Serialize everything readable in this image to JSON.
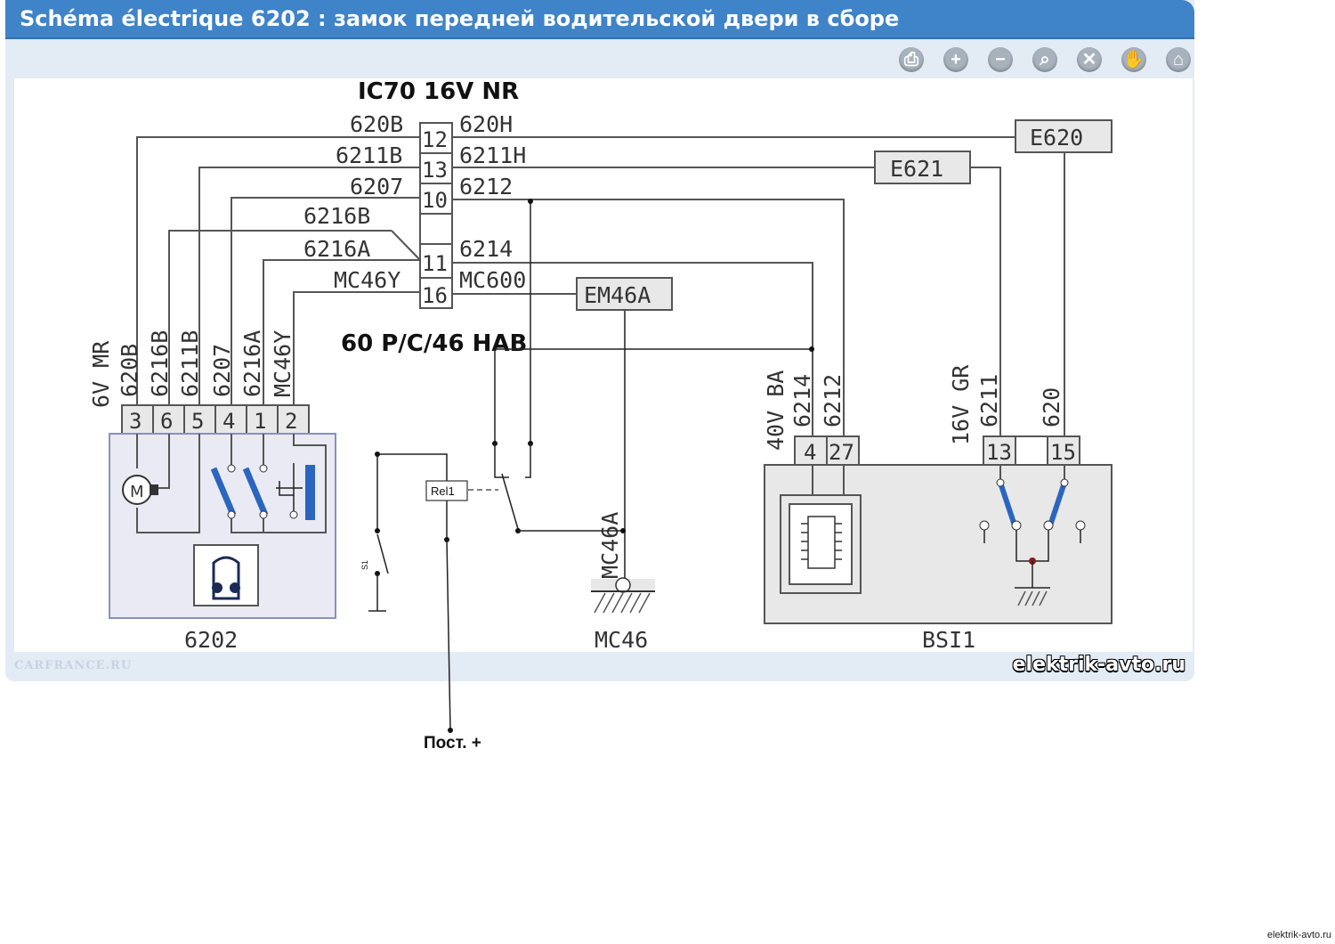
{
  "window": {
    "title": "Schéma électrique 6202 : замок передней водительской двери в сборе"
  },
  "toolbar": {
    "buttons": [
      {
        "name": "print-icon",
        "glyph": "⎙"
      },
      {
        "name": "zoom-in-icon",
        "glyph": "+"
      },
      {
        "name": "zoom-out-icon",
        "glyph": "−"
      },
      {
        "name": "search-icon",
        "glyph": "⌕"
      },
      {
        "name": "fit-icon",
        "glyph": "✕"
      },
      {
        "name": "pan-hand-icon",
        "glyph": "✋"
      },
      {
        "name": "home-icon",
        "glyph": "⌂"
      }
    ]
  },
  "connector": {
    "title": "IC70 16V NR",
    "subtitle": "60 P/C/46 HAB",
    "pins": [
      "12",
      "13",
      "10",
      "",
      "11",
      "16"
    ],
    "left_labels": [
      "620B",
      "6211B",
      "6207",
      "6216B",
      "6216A",
      "MC46Y"
    ],
    "right_labels": [
      "620H",
      "6211H",
      "6212",
      "6214",
      "MC600"
    ]
  },
  "components": {
    "e620": "E620",
    "e621": "E621",
    "em46a": "EM46A",
    "rel1": "Rel1",
    "s1": "S1",
    "mc46a": "MC46A",
    "mc46": "MC46",
    "bsi1": "BSI1",
    "lock": "6202"
  },
  "lock_connector": {
    "header": "6V MR",
    "wires": [
      "620B",
      "6216B",
      "6211B",
      "6207",
      "6216A",
      "MC46Y"
    ],
    "pins": [
      "3",
      "6",
      "5",
      "4",
      "1",
      "2"
    ]
  },
  "bsi_connector_a": {
    "header": "40V BA",
    "wires": [
      "6214",
      "6212"
    ],
    "pins": [
      "4",
      "27"
    ]
  },
  "bsi_connector_b": {
    "header": "16V GR",
    "wires": [
      "6211",
      "620"
    ],
    "pins": [
      "13",
      "15"
    ]
  },
  "footer": {
    "brand": "CARFRANCE.RU",
    "site": "elektrik-avto.ru"
  },
  "external": {
    "supply_label": "Пост. +",
    "corner_watermark": "elektrik-avto.ru"
  },
  "colors": {
    "title_bar": "#3f83c9",
    "window_bg": "#e3ebf5",
    "switch_blue": "#2a66c0",
    "component_box": "#e8e8e8"
  }
}
